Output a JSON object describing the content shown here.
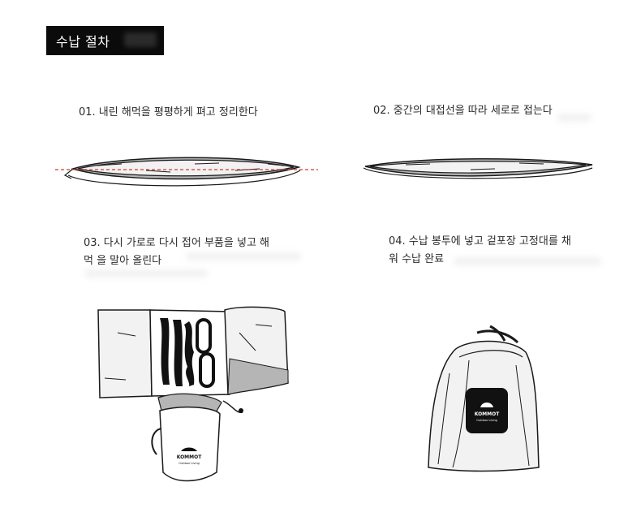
{
  "header": {
    "title": "수납 절차"
  },
  "steps": [
    {
      "text": "01. 내린 해먹을 평평하게 펴고 정리한다"
    },
    {
      "text": "02. 중간의 대접선을 따라 세로로 접는다"
    },
    {
      "line1": "03. 다시 가로로 다시 접어 부품을 넣고 해",
      "line2": "먹 을 말아 올린다"
    },
    {
      "line1": "04. 수납 봉투에 넣고 겉포장 고정대를 채",
      "line2": "워 수납 완료"
    }
  ],
  "logos": {
    "mug_brand": "KOMMOT",
    "mug_tagline": "Outdoor·Living",
    "bag_brand": "KOMMOT",
    "bag_tagline": "Outdoor·Living"
  },
  "colors": {
    "header_bg": "#0b0b0b",
    "header_text": "#ffffff",
    "fold_line": "#d23a2f",
    "fabric_gray": "#b5b5b5",
    "fabric_light": "#f2f2f2",
    "ink": "#1a1a1a"
  }
}
